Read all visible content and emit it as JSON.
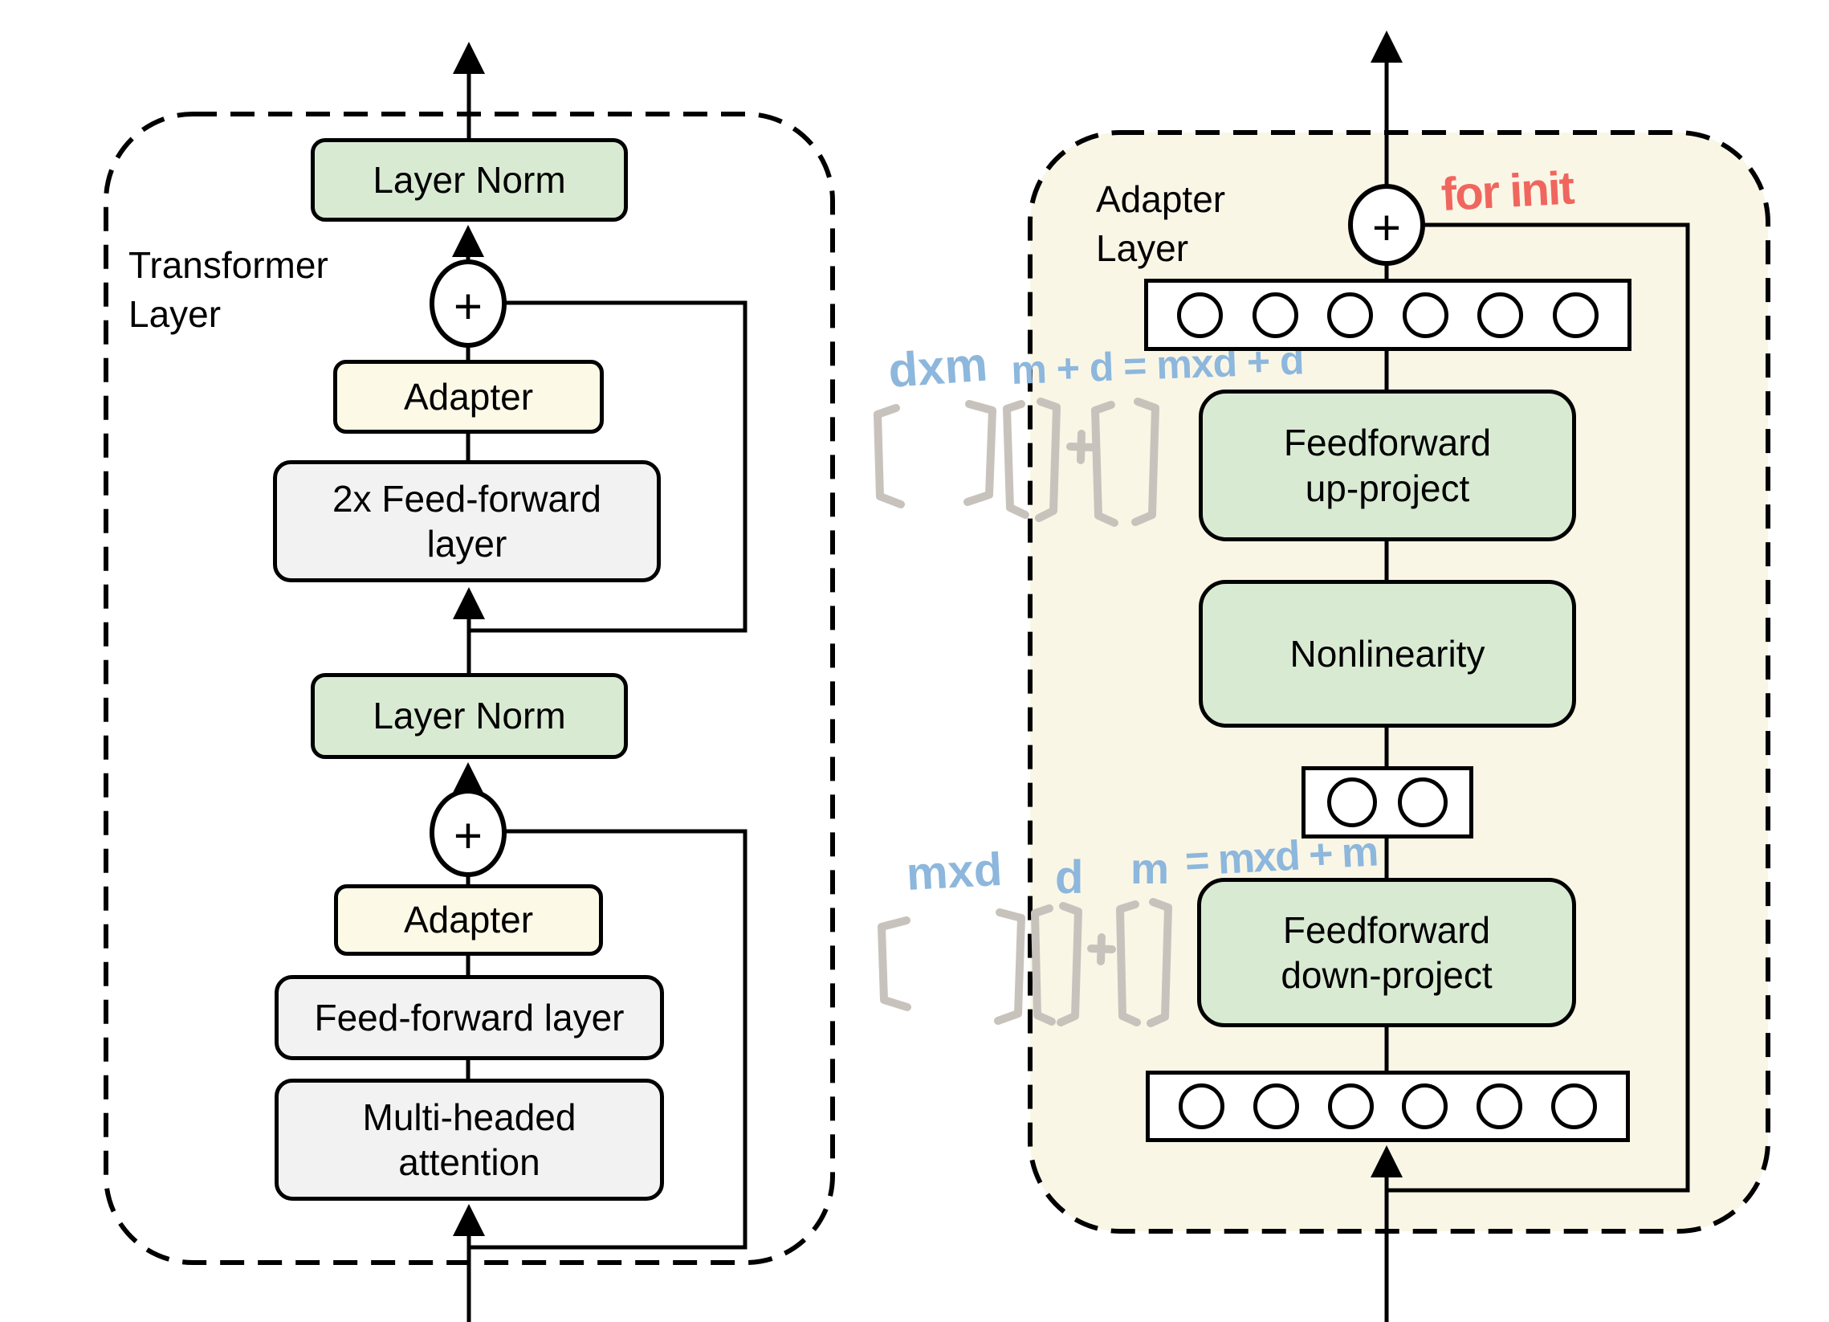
{
  "left_panel": {
    "label": "Transformer\nLayer",
    "boxes": {
      "layer_norm_top": "Layer Norm",
      "adapter_top": "Adapter",
      "feed_forward_2x": "2x Feed-forward\nlayer",
      "layer_norm_bottom": "Layer Norm",
      "adapter_bottom": "Adapter",
      "feed_forward": "Feed-forward layer",
      "multi_headed_attention": "Multi-headed\nattention"
    }
  },
  "right_panel": {
    "label": "Adapter\nLayer",
    "boxes": {
      "up_project": "Feedforward\nup-project",
      "nonlinearity": "Nonlinearity",
      "down_project": "Feedforward\ndown-project"
    }
  },
  "symbols": {
    "plus": "+"
  },
  "annotations": {
    "for_init": "for init",
    "upper_matrix_dim": "dxm",
    "upper_equation": "m + d = mxd + d",
    "lower_matrix_dim": "mxd",
    "lower_input_dim": "d",
    "lower_bias_dim": "m",
    "lower_equation": "= mxd + m"
  },
  "colors": {
    "green_box": "#d9ead3",
    "gray_box": "#f2f2f2",
    "adapter_box": "#fdf9e7",
    "adapter_panel_bg": "#faf6e6",
    "ink": "#000000",
    "hand_blue": "#8db7dc",
    "hand_red": "#f0665f",
    "hand_gray": "#c7c3bc"
  }
}
